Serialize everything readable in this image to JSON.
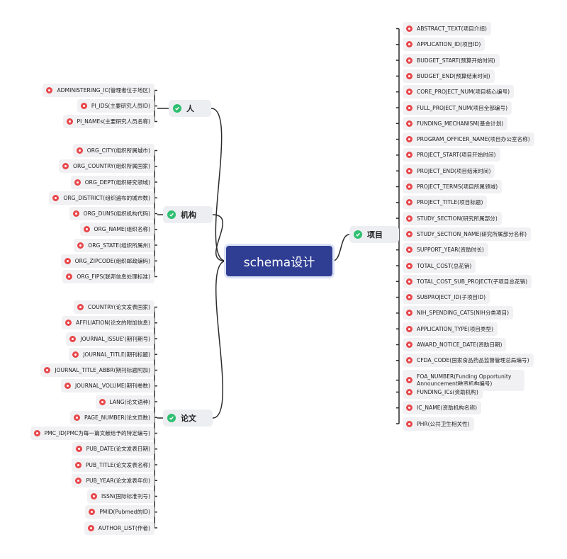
{
  "root": {
    "label": "schema设计"
  },
  "icons": {
    "branch_icon": "check-circle-icon",
    "leaf_icon": "red-dot-icon"
  },
  "colors": {
    "root_bg": "#2f3e93",
    "check": "#2fbf71",
    "leaf_dot": "#e8474b",
    "line": "#2b2b2b"
  },
  "branches": [
    {
      "key": "person",
      "label": "人",
      "side": "left",
      "leaves": [
        "ADMINISTERING_IC(管理者位于地区)",
        "PI_IDS(主要研究人员ID)",
        "PI_NAMEs(主要研究人员名称)"
      ]
    },
    {
      "key": "org",
      "label": "机构",
      "side": "left",
      "leaves": [
        "ORG_CITY(组织所属城市)",
        "ORG_COUNTRY(组织所属国家)",
        "ORG_DEPT(组织研究领域)",
        "ORG_DISTRICT(组织遍布的城市数)",
        "ORG_DUNS(组织机构代码)",
        "ORG_NAME(组织名称)",
        "ORG_STATE(组织所属州)",
        "ORG_ZIPCODE(组织邮政编码)",
        "ORG_FIPS(联邦信息处理标准)"
      ]
    },
    {
      "key": "paper",
      "label": "论文",
      "side": "left",
      "leaves": [
        "COUNTRY(论文发表国家)",
        "AFFILIATION(论文的附加信息)",
        "JOURNAL_ISSUE'(期刊期号)",
        "JOURNAL_TITLE(期刊标题)",
        "JOURNAL_TITLE_ABBR(期刊标题附加)",
        "JOURNAL_VOLUME(期刊卷数)",
        "LANG(论文语种)",
        "PAGE_NUMBER(论文页数)",
        "PMC_ID(PMC为每一篇文献给予的特定编号)",
        "PUB_DATE(论文发表日期)",
        "PUB_TITLE(论文发表名称)",
        "PUB_YEAR(论文发表年份)",
        "ISSN(国际标准刊号)",
        "PMID(Pubmed的ID)",
        "AUTHOR_LIST(作者)"
      ]
    },
    {
      "key": "project",
      "label": "项目",
      "side": "right",
      "leaves": [
        "ABSTRACT_TEXT(项目介绍)",
        "APPLICATION_ID(项目ID)",
        "BUDGET_START(预算开始时间)",
        "BUDGET_END(预算结束时间)",
        "CORE_PROJECT_NUM(项目核心编号)",
        "FULL_PROJECT_NUM(项目全部编号)",
        "FUNDING_MECHANISM(基金计划)",
        "PROGRAM_OFFICER_NAME(项目办公室名称)",
        "PROJECT_START(项目开始时间)",
        "PROJECT_END(项目结束时间)",
        "PROJECT_TERMS(项目所属领域)",
        "PROJECT_TITLE(项目标题)",
        "STUDY_SECTION(研究所属部分)",
        "STUDY_SECTION_NAME(研究所属部分名称)",
        "SUPPORT_YEAR(资助时长)",
        "TOTAL_COST(总花销)",
        "TOTAL_COST_SUB_PROJECT(子项目总花销)",
        "SUBPROJECT_ID(子项目ID)",
        "NIH_SPENDING_CATS(NIH分类项目)",
        "APPLICATION_TYPE(项目类型)",
        "AWARD_NOTICE_DATE(资助日期)",
        "CFDA_CODE(国家食品药品监督管理总局编号)",
        "FOA_NUMBER(Funding Opportunity Announcement融资机构编号)",
        "FUNDING_ICs(资助机构)",
        "IC_NAME(资助机构名称)",
        "PHR(公共卫生相关性)"
      ]
    }
  ]
}
